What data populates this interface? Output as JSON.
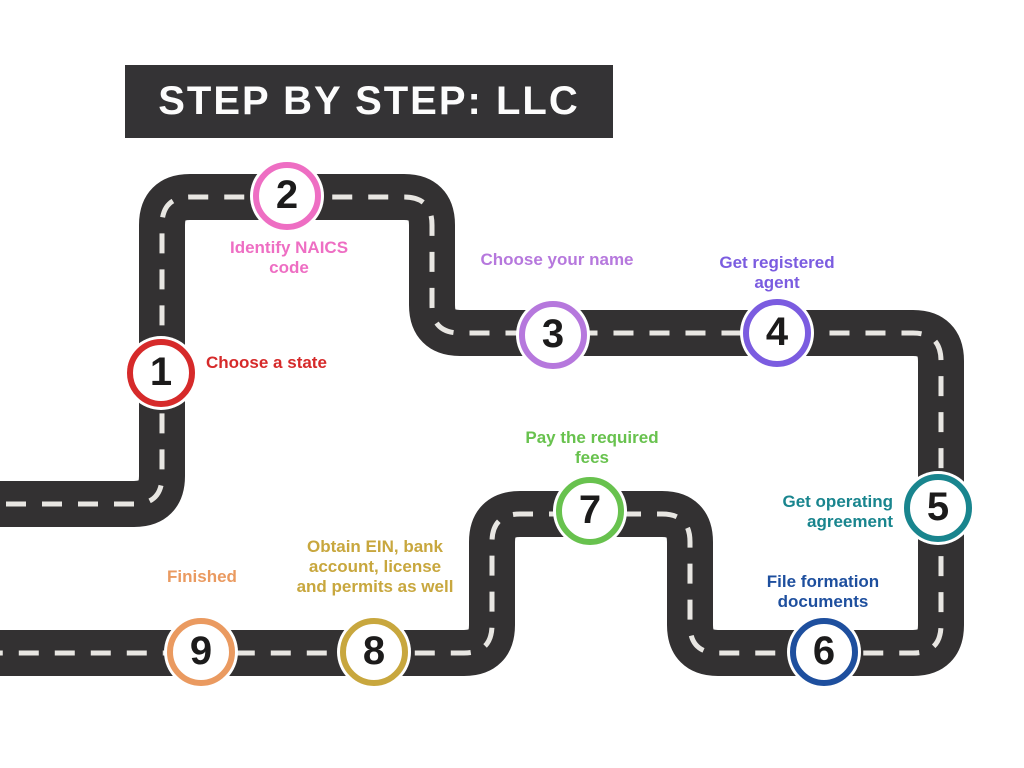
{
  "title": {
    "text": "STEP BY STEP: LLC"
  },
  "colors": {
    "background": "#ffffff",
    "road": "#333132",
    "road_dash": "#e8e6e2",
    "banner": "#343335",
    "banner_text": "#fcfcfc",
    "step_number": "#1c1b1b"
  },
  "steps": [
    {
      "number": "1",
      "label": "Choose a state",
      "color": "#d62a2a"
    },
    {
      "number": "2",
      "label": "Identify NAICS\ncode",
      "color": "#ee6ec3"
    },
    {
      "number": "3",
      "label": "Choose your name",
      "color": "#b678dd"
    },
    {
      "number": "4",
      "label": "Get registered\nagent",
      "color": "#7b5ce0"
    },
    {
      "number": "5",
      "label": "Get operating\nagreement",
      "color": "#19858e"
    },
    {
      "number": "6",
      "label": "File formation\ndocuments",
      "color": "#1e4f9e"
    },
    {
      "number": "7",
      "label": "Pay the required\nfees",
      "color": "#68c24e"
    },
    {
      "number": "8",
      "label": "Obtain EIN, bank\naccount, license\nand permits as well",
      "color": "#c8a73e"
    },
    {
      "number": "9",
      "label": "Finished",
      "color": "#ea9a60"
    }
  ]
}
